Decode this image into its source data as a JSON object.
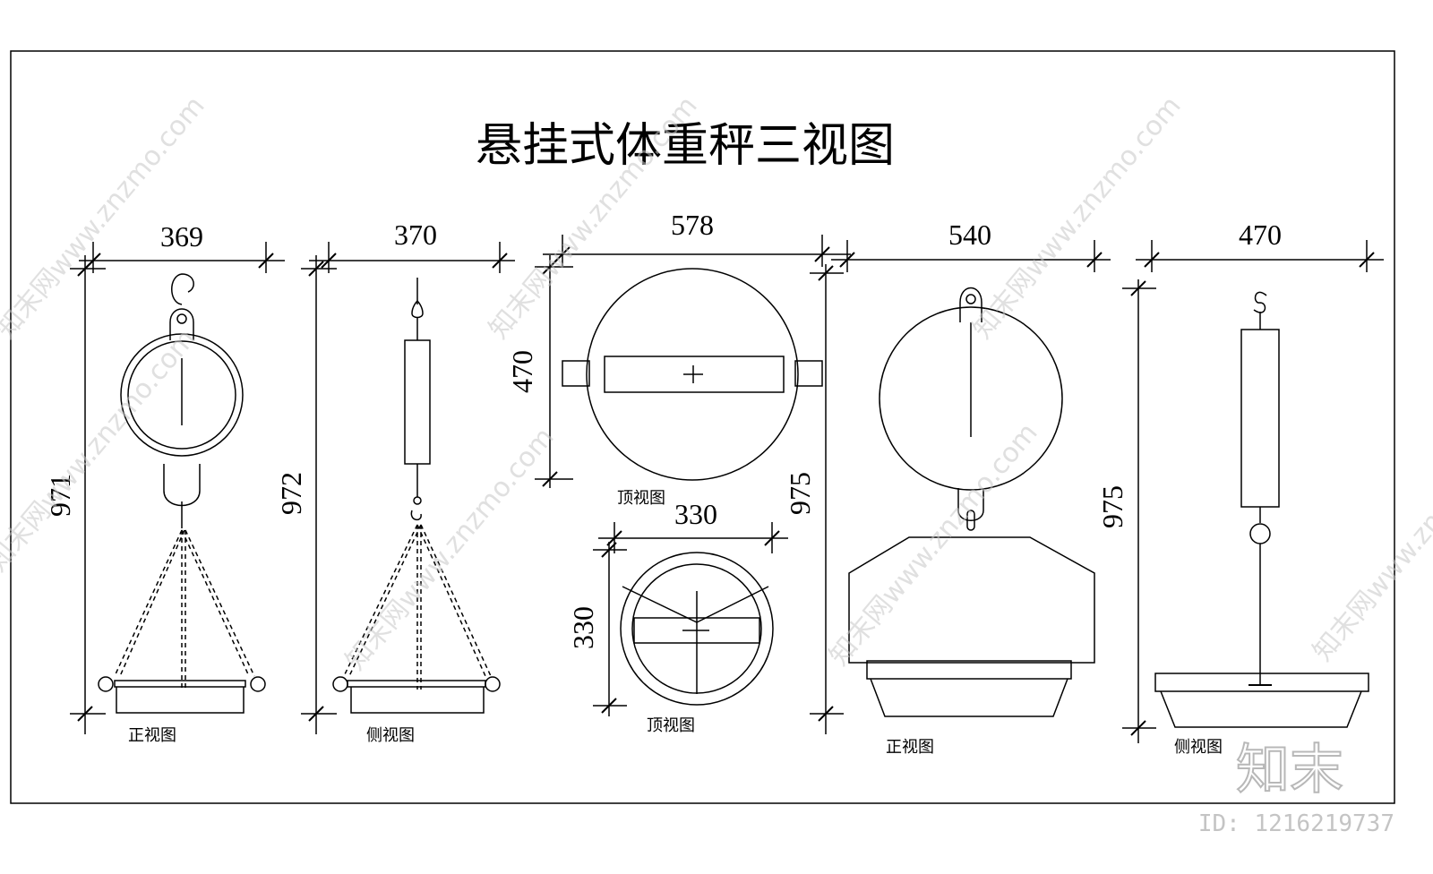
{
  "title": "悬挂式体重秤三视图",
  "dimensions": {
    "s1_width": "369",
    "s1_height": "971",
    "s2_width": "370",
    "s2_height": "972",
    "s3_width": "578",
    "s3_height": "470",
    "s4_width": "330",
    "s4_height": "330",
    "s5_width": "540",
    "s5_height": "975",
    "s6_width": "470",
    "s6_height": "975"
  },
  "captions": {
    "front_view": "正视图",
    "side_view": "侧视图",
    "top_view": "顶视图",
    "top_view_2": "顶视图",
    "front_view_2": "正视图",
    "side_view_2": "侧视图"
  },
  "watermark": {
    "text": "知末网www.znzmo.com",
    "brand": "知末",
    "image_id": "ID: 1216219737"
  }
}
